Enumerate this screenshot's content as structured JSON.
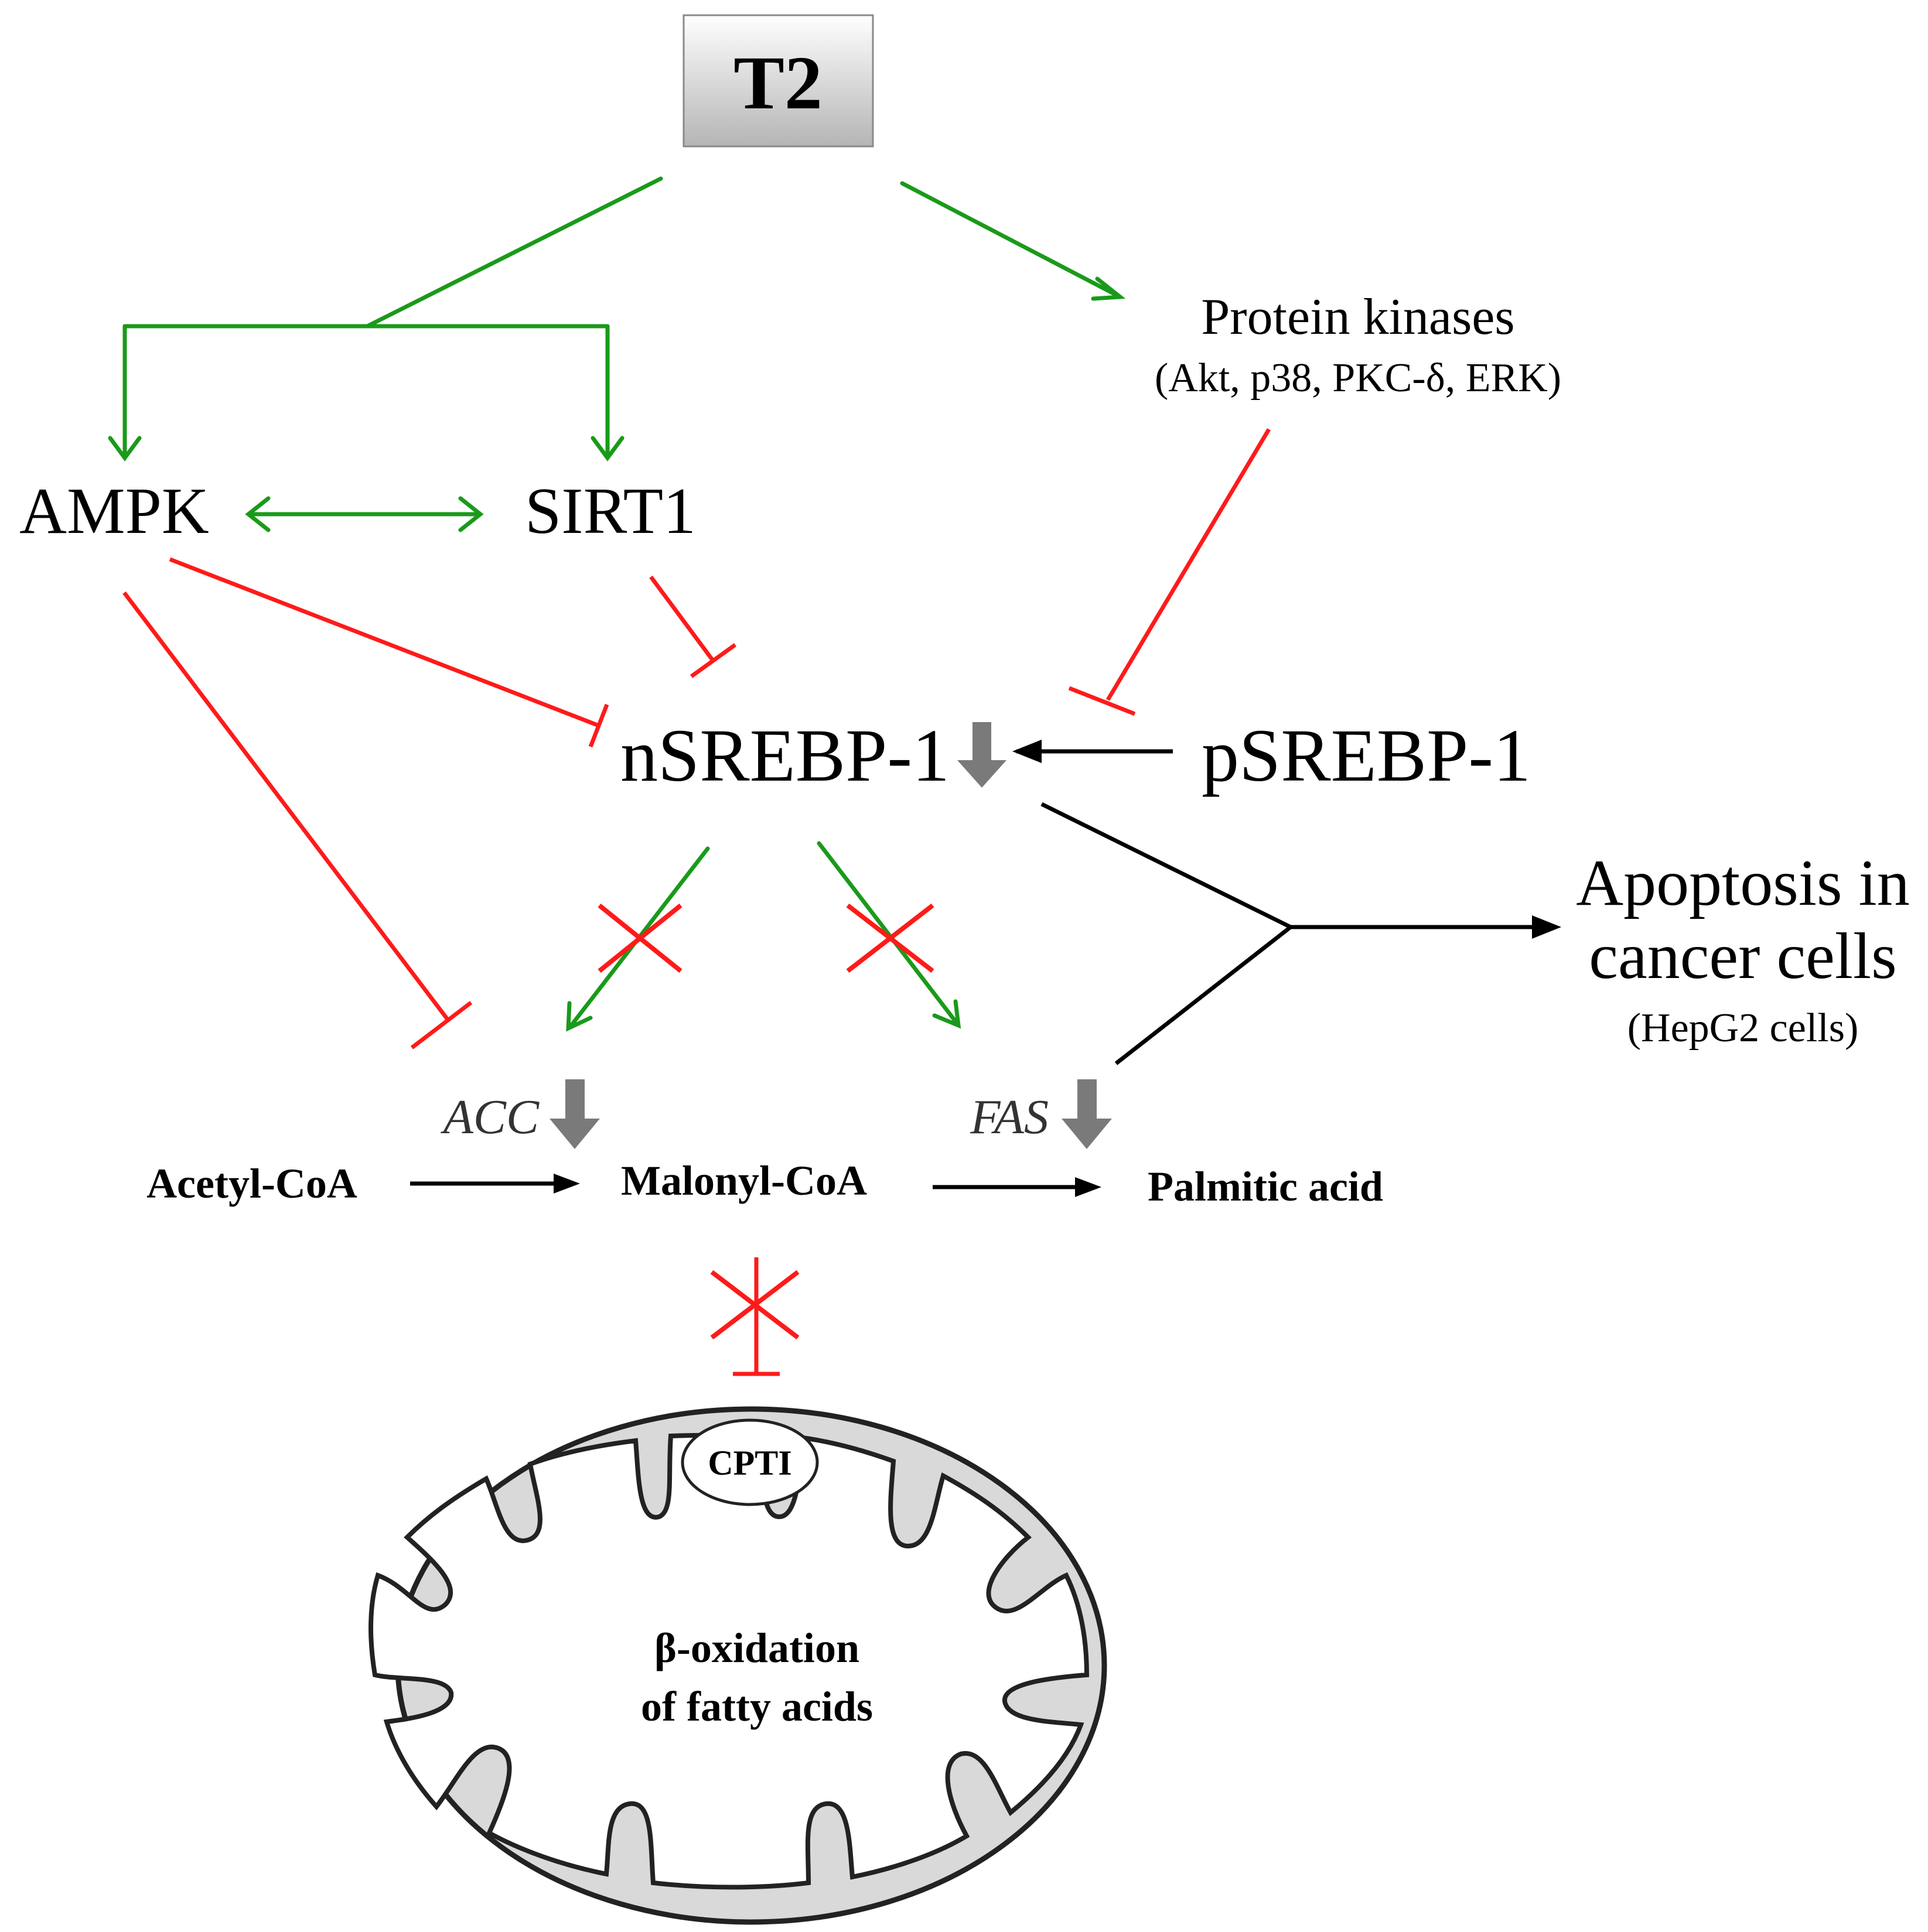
{
  "nodes": {
    "t2": "T2",
    "protein_kinases": "Protein kinases",
    "protein_kinases_sub": "(Akt, p38, PKC-δ, ERK)",
    "ampk": "AMPK",
    "sirt1": "SIRT1",
    "nsrebp1": "nSREBP-1",
    "psrebp1": "pSREBP-1",
    "apoptosis_line1": "Apoptosis in",
    "apoptosis_line2": "cancer cells",
    "apoptosis_sub": "(HepG2 cells)",
    "acc": "ACC",
    "fas": "FAS",
    "acetyl_coa": "Acetyl-CoA",
    "malonyl_coa": "Malonyl-CoA",
    "palmitic_acid": "Palmitic acid",
    "cpti": "CPTI",
    "beta_oxidation_line1": "β-oxidation",
    "beta_oxidation_line2": "of fatty acids"
  },
  "colors": {
    "activation": "#1a9a1a",
    "inhibition": "#ff1a1a",
    "flow": "#000000",
    "regulation_arrow": "#7a7a7a",
    "mitochondria_fill": "#d9d9d9"
  }
}
